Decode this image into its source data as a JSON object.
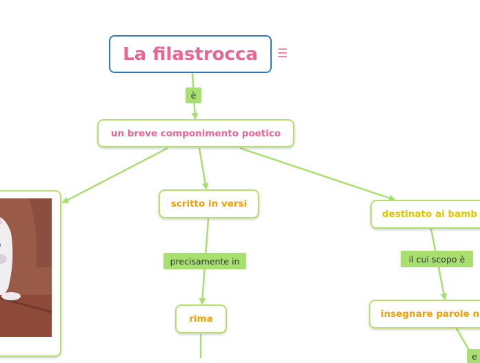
{
  "map": {
    "root": "La filastrocca",
    "central": "un breve componimento poetico",
    "branch_verse": "scritto in versi",
    "branch_kids": "destinato ai bamb",
    "rhyme": "rima",
    "teach": "insegnare parole n"
  },
  "links": {
    "is": "è",
    "precisely": "precisamente in",
    "purpose": "il cui scopo è",
    "and": "e"
  },
  "icons": {
    "menu": "menu-icon",
    "menu_glyph": "☰",
    "image": "cat-illustration"
  },
  "colors": {
    "connector": "#a8e070",
    "root_border": "#2b78c5",
    "pink_text": "#ea6593",
    "orange_text": "#f0a000",
    "yellow_text": "#e3c400"
  }
}
